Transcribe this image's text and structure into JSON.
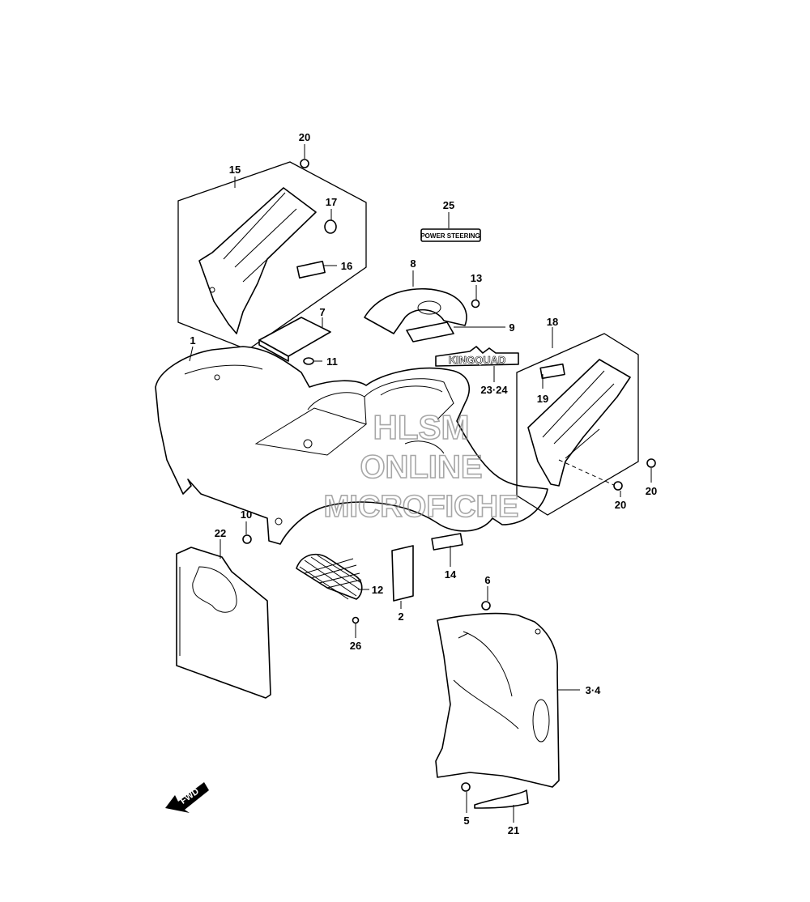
{
  "callouts": {
    "c1": "1",
    "c2": "2",
    "c34": "3·4",
    "c5": "5",
    "c6": "6",
    "c7": "7",
    "c8": "8",
    "c9": "9",
    "c10": "10",
    "c11": "11",
    "c12": "12",
    "c13": "13",
    "c14": "14",
    "c15": "15",
    "c16": "16",
    "c17": "17",
    "c18": "18",
    "c19": "19",
    "c20a": "20",
    "c20b": "20",
    "c20c": "20",
    "c21": "21",
    "c22": "22",
    "c2324": "23·24",
    "c25": "25",
    "c26": "26"
  },
  "decals": {
    "power_steering": "POWER STEERING",
    "kingquad": "KINGQUAD"
  },
  "fwd_label": "FWD",
  "watermark": {
    "line1": "HLSM",
    "line2": "ONLINE",
    "line3": "MICROFICHE"
  }
}
